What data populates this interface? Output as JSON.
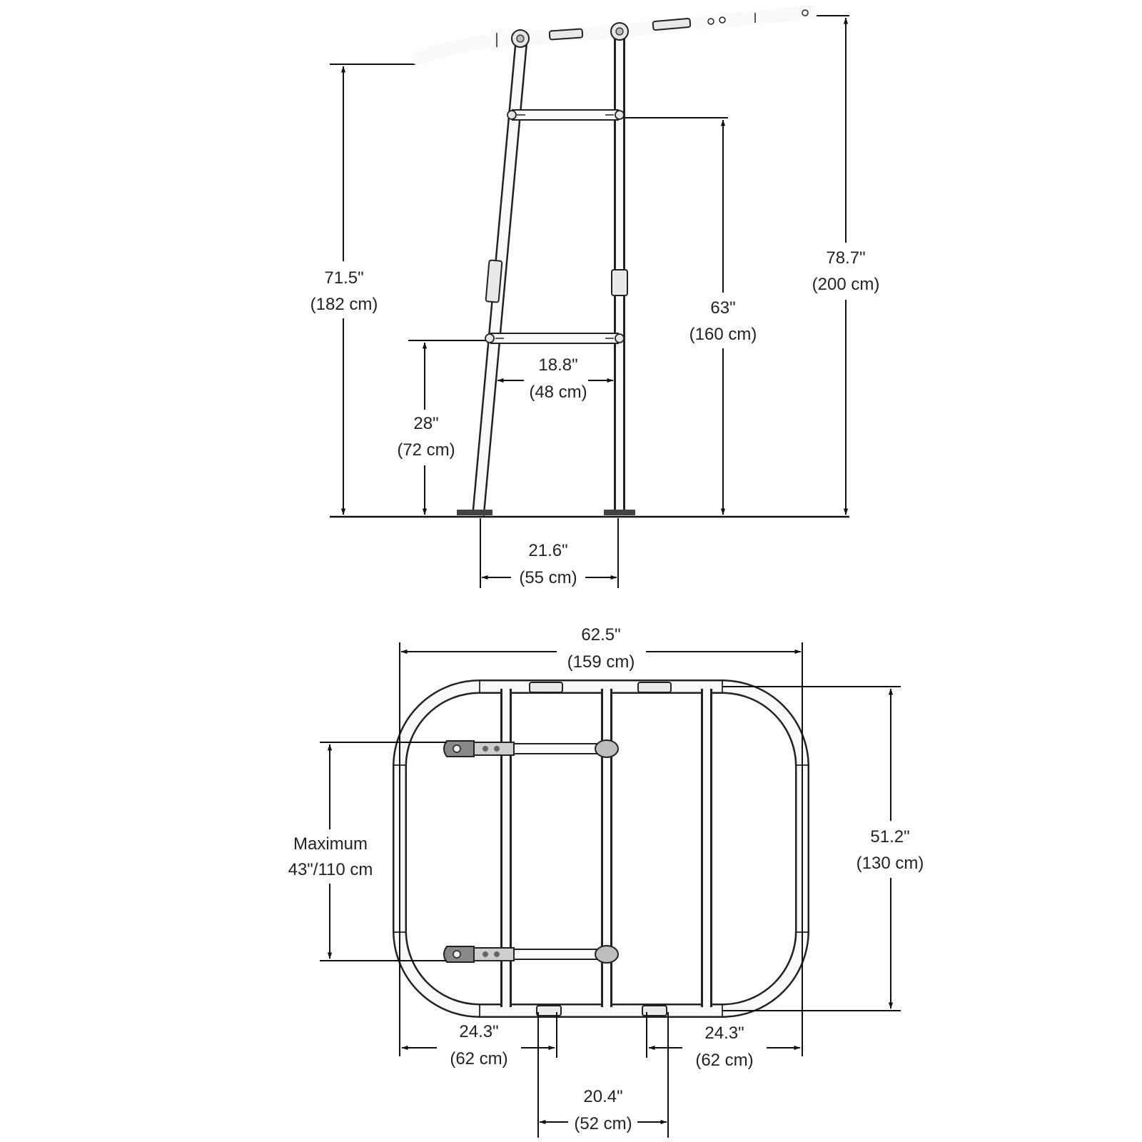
{
  "side_view": {
    "height_total": {
      "imperial": "78.7\"",
      "metric": "(200 cm)"
    },
    "height_frame": {
      "imperial": "71.5\"",
      "metric": "(182 cm)"
    },
    "height_upper_bar": {
      "imperial": "63\"",
      "metric": "(160 cm)"
    },
    "height_lower_bar": {
      "imperial": "28\"",
      "metric": "(72 cm)"
    },
    "bar_span": {
      "imperial": "18.8\"",
      "metric": "(48 cm)"
    },
    "base_width": {
      "imperial": "21.6\"",
      "metric": "(55 cm)"
    }
  },
  "top_view": {
    "overall_length": {
      "imperial": "62.5\"",
      "metric": "(159 cm)"
    },
    "overall_width": {
      "imperial": "51.2\"",
      "metric": "(130 cm)"
    },
    "mount_spacing": {
      "line1": "Maximum",
      "line2": "43\"/110 cm"
    },
    "offset_left": {
      "imperial": "24.3\"",
      "metric": "(62 cm)"
    },
    "offset_right": {
      "imperial": "24.3\"",
      "metric": "(62 cm)"
    },
    "mount_width": {
      "imperial": "20.4\"",
      "metric": "(52 cm)"
    }
  }
}
